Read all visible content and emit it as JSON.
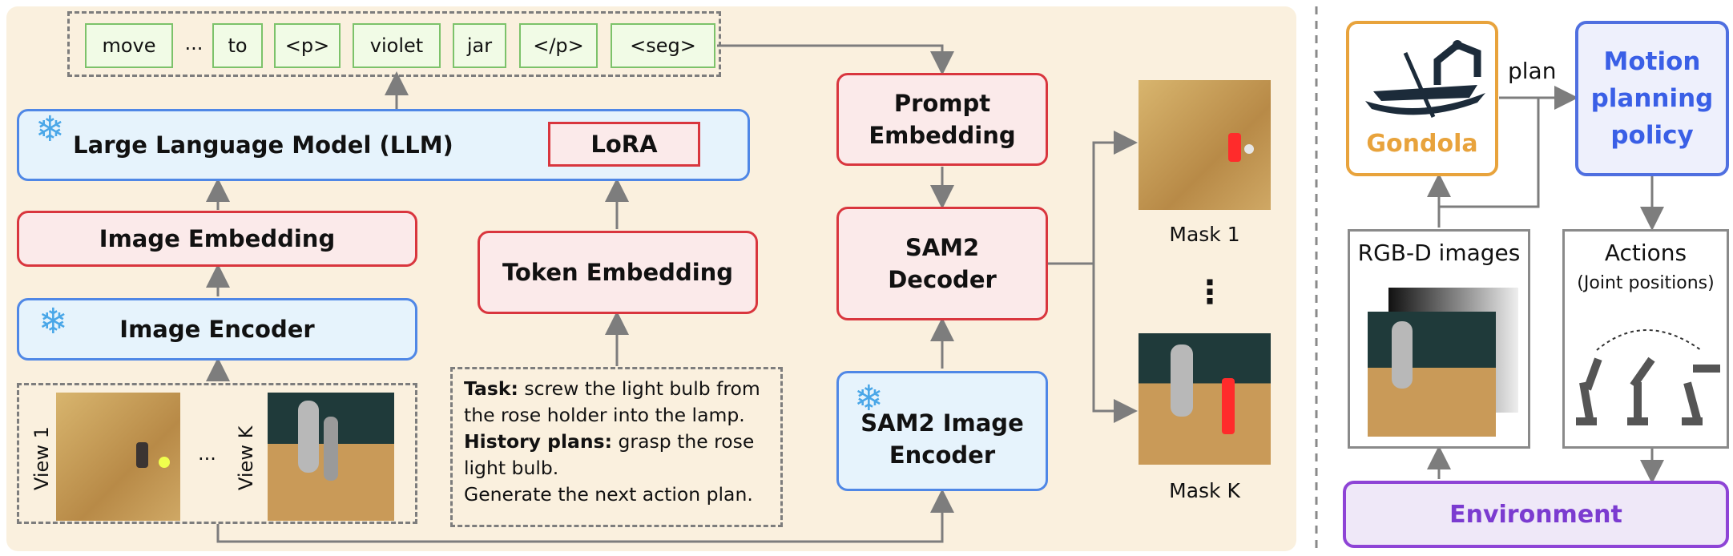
{
  "tokens": [
    "move",
    "...",
    "to",
    "<p>",
    "violet",
    "jar",
    "</p>",
    "<seg>"
  ],
  "llm": {
    "label": "Large Language Model (LLM)",
    "lora": "LoRA"
  },
  "image_embedding": "Image Embedding",
  "image_encoder": "Image Encoder",
  "token_embedding": "Token Embedding",
  "views": {
    "view1": "View 1",
    "dots": "...",
    "viewk": "View K"
  },
  "task_text": {
    "task_label": "Task:",
    "task_body": " screw the light bulb from the rose holder into the lamp.",
    "history_label": "History plans:",
    "history_body": " grasp the rose light bulb.",
    "generate": "Generate the next action plan."
  },
  "prompt_embedding": "Prompt Embedding",
  "sam2_decoder": "SAM2 Decoder",
  "sam2_image_encoder": "SAM2 Image Encoder",
  "masks": {
    "mask1": "Mask 1",
    "vdots": "⋮",
    "maskk": "Mask K"
  },
  "right": {
    "gondola": "Gondola",
    "plan": "plan",
    "motion_policy": "Motion planning policy",
    "rgbd": "RGB-D images",
    "actions": "Actions",
    "actions_sub": "(Joint positions)",
    "environment": "Environment"
  },
  "colors": {
    "red": "#d9363e",
    "blue": "#4f87e6",
    "green": "#7cc26a",
    "gondola": "#e8a33c",
    "purple": "#8e44d6",
    "panel": "#faf0de"
  },
  "icons": {
    "frozen": "snowflake-icon",
    "gondola": "gondola-robot-icon"
  }
}
